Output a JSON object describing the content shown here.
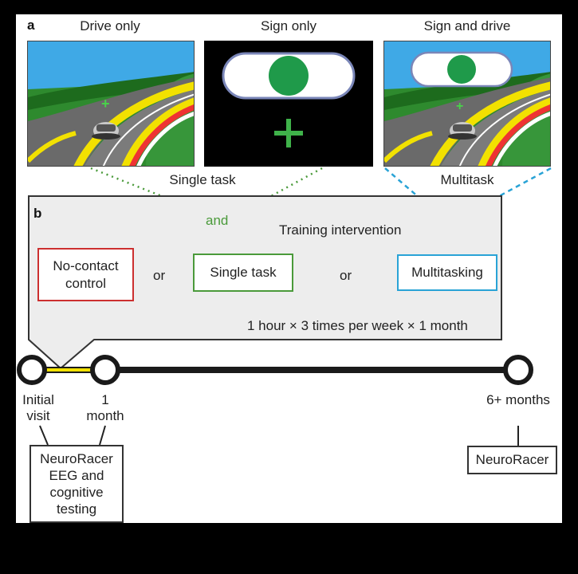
{
  "panel_a": {
    "letter": "a",
    "titles": [
      "Drive only",
      "Sign only",
      "Sign and drive"
    ],
    "single_task_label": "Single task",
    "multitask_label": "Multitask",
    "and_label": "and"
  },
  "panel_b": {
    "letter": "b",
    "heading": "Training intervention",
    "options": [
      "No-contact control",
      "Single task",
      "Multitasking"
    ],
    "or_label": "or",
    "schedule": "1 hour × 3 times per week × 1 month"
  },
  "timeline": {
    "points": [
      {
        "label": "Initial visit"
      },
      {
        "label": "1 month"
      },
      {
        "label": "6+ months"
      }
    ],
    "box_initial": "NeuroRacer EEG and cognitive testing",
    "box_followup": "NeuroRacer"
  },
  "colors": {
    "red": "#cc2f2f",
    "green": "#4a9a3a",
    "blue": "#29a3d6",
    "sign_green": "#1f9a4a",
    "timeline_black": "#1a1a1a",
    "yellow_segment": "#f2e100"
  }
}
